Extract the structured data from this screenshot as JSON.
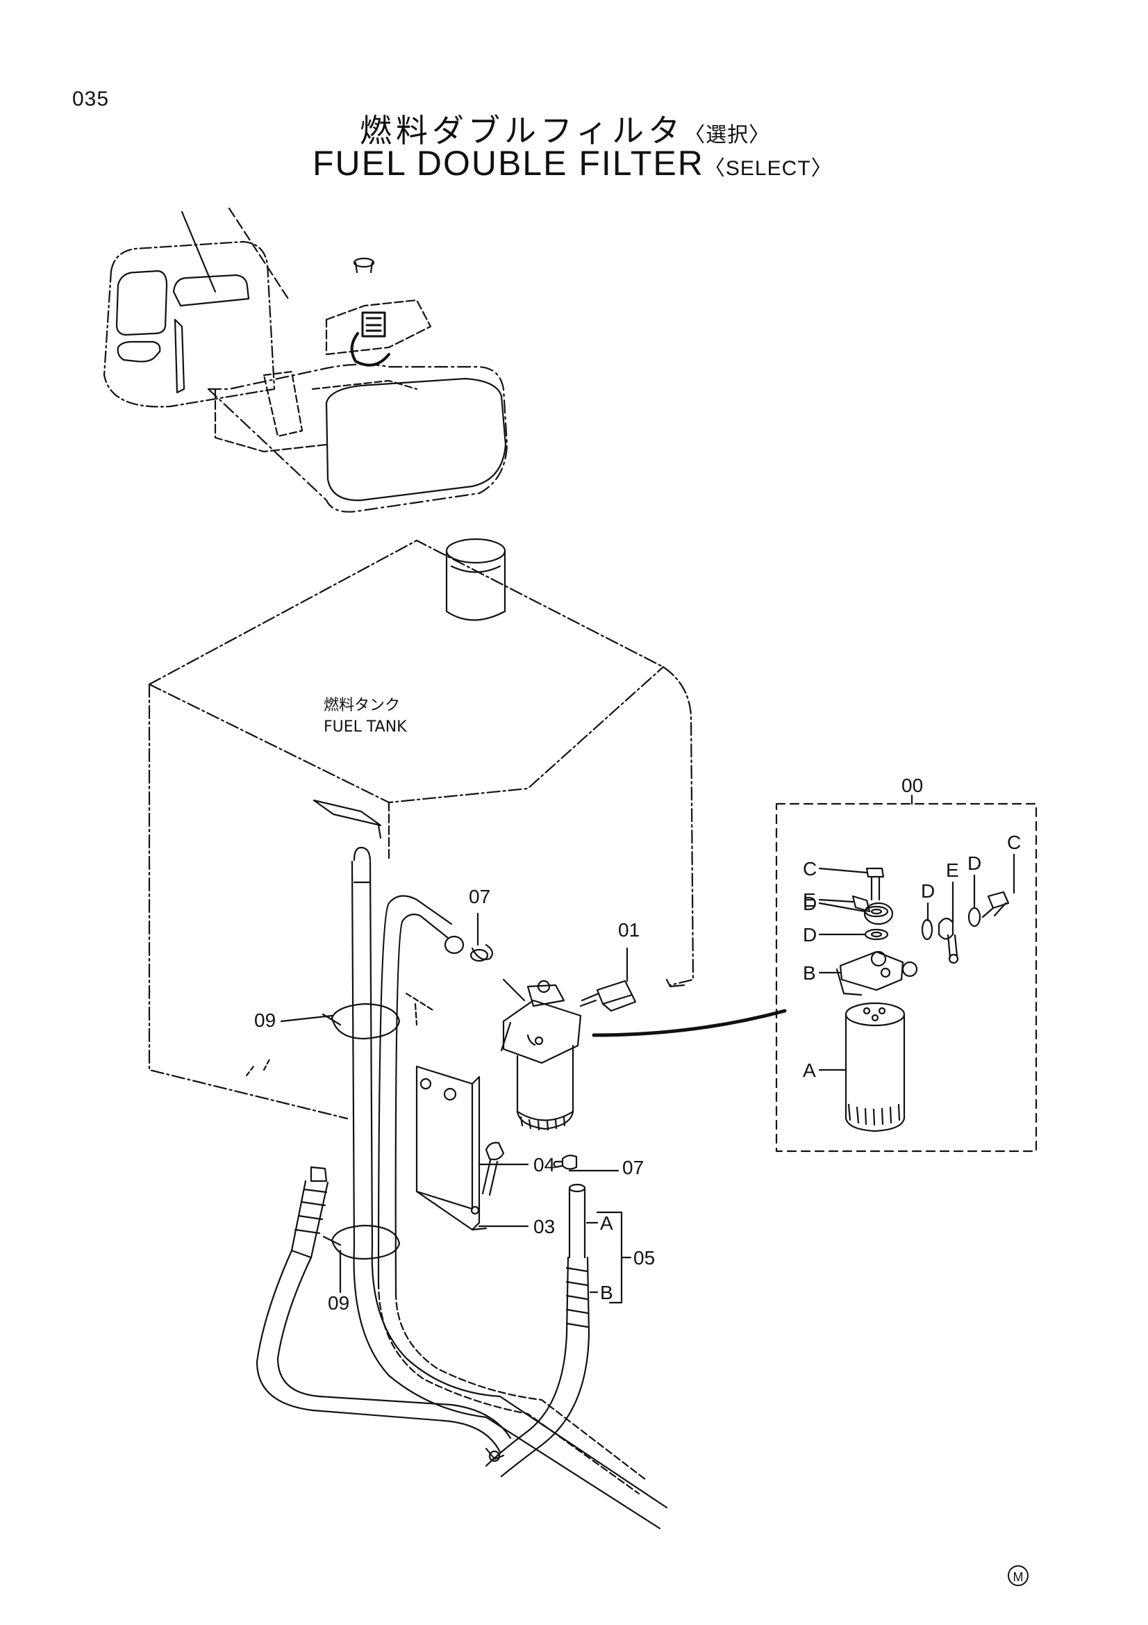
{
  "header": {
    "page_number": "035",
    "title_ja": "燃料ダブルフィルタ",
    "title_ja_sub": "〈選択〉",
    "title_en": "FUEL DOUBLE FILTER",
    "title_en_sub": "〈SELECT〉"
  },
  "tank_label": {
    "ja": "燃料タンク",
    "en": "FUEL TANK"
  },
  "callouts": {
    "p00": "00",
    "p01": "01",
    "p03": "03",
    "p04": "04",
    "p05": "05",
    "p07_top": "07",
    "p07_bottom": "07",
    "p09_top": "09",
    "p09_bottom": "09",
    "hose_a": "A",
    "hose_b": "B"
  },
  "detail_callouts": {
    "c_left": "C",
    "d_left_1": "D",
    "e_left": "E",
    "d_left_2": "D",
    "b": "B",
    "a": "A",
    "d_mid": "D",
    "e_right": "E",
    "d_right": "D",
    "c_right": "C"
  },
  "footer": {
    "mark": "M"
  }
}
